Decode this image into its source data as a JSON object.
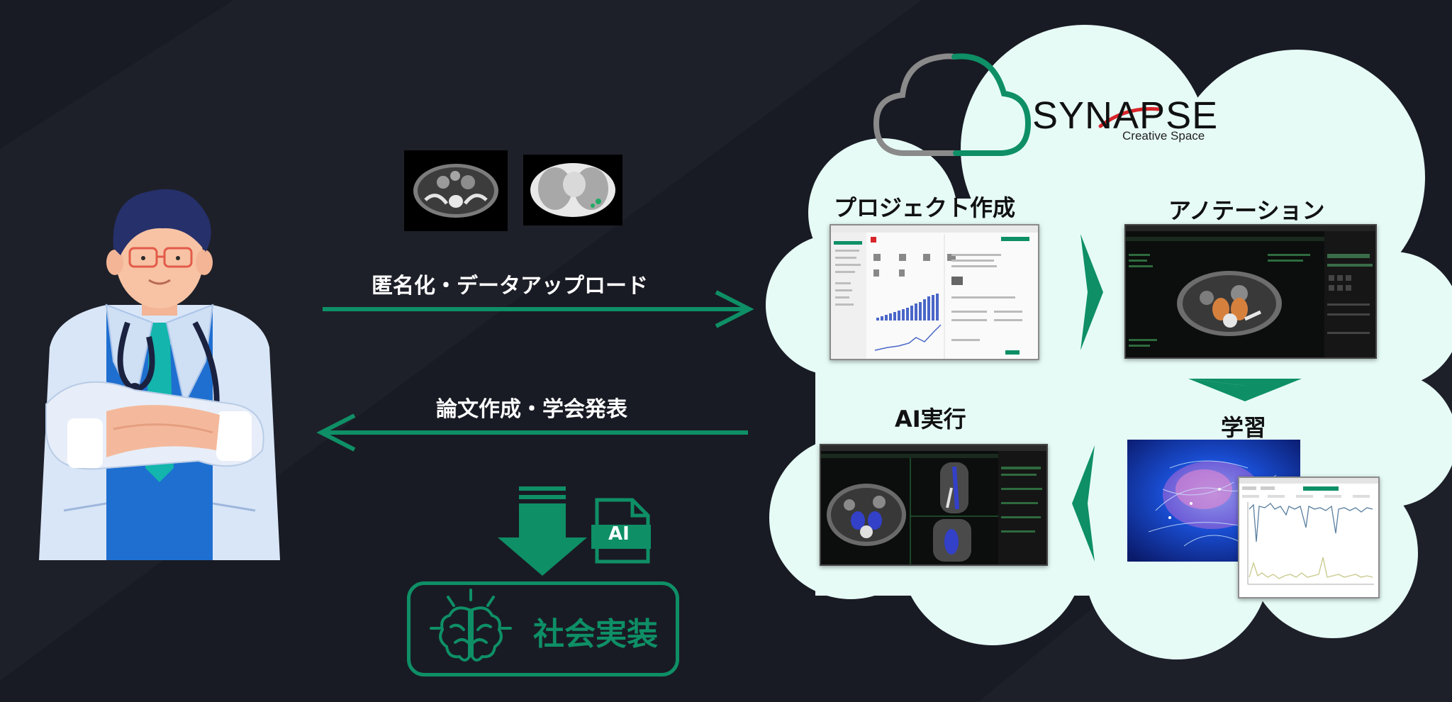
{
  "colors": {
    "background": "#191b24",
    "accent_green": "#0e8f66",
    "cloud_fill": "#e6fbf6",
    "text_white": "#ffffff",
    "text_dark": "#111111",
    "logo_red": "#d8262b"
  },
  "logo": {
    "name": "SYNAPSE",
    "tagline": "Creative Space"
  },
  "arrows": {
    "upload_label": "匿名化・データアップロード",
    "publish_label": "論文作成・学会発表"
  },
  "steps": {
    "project": {
      "title": "プロジェクト作成"
    },
    "annotation": {
      "title": "アノテーション"
    },
    "learning": {
      "title": "学習"
    },
    "ai_run": {
      "title": "AI実行"
    }
  },
  "deployment": {
    "file_badge": "AI",
    "label": "社会実装"
  },
  "icons": {
    "doctor": "doctor-illustration",
    "cloud": "cloud-icon",
    "download": "download-arrow-icon",
    "file": "ai-file-icon",
    "brain": "brain-icon"
  }
}
